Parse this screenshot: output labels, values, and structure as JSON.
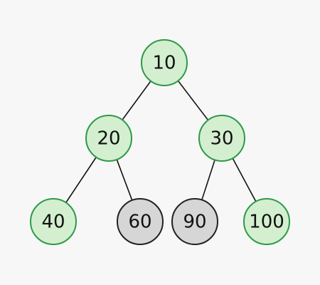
{
  "colors": {
    "background": "#f7f7f7",
    "highlight_fill": "#d4efcf",
    "highlight_stroke": "#2e9a4a",
    "normal_fill": "#d6d6d6",
    "normal_stroke": "#222222",
    "edge": "#111111",
    "text": "#111111"
  },
  "tree": {
    "nodes": [
      {
        "id": "n10",
        "label": "10",
        "highlighted": true
      },
      {
        "id": "n20",
        "label": "20",
        "highlighted": true
      },
      {
        "id": "n30",
        "label": "30",
        "highlighted": true
      },
      {
        "id": "n40",
        "label": "40",
        "highlighted": true
      },
      {
        "id": "n60",
        "label": "60",
        "highlighted": false
      },
      {
        "id": "n90",
        "label": "90",
        "highlighted": false
      },
      {
        "id": "n100",
        "label": "100",
        "highlighted": true
      }
    ],
    "edges": [
      {
        "from": "n10",
        "to": "n20"
      },
      {
        "from": "n10",
        "to": "n30"
      },
      {
        "from": "n20",
        "to": "n40"
      },
      {
        "from": "n20",
        "to": "n60"
      },
      {
        "from": "n30",
        "to": "n90"
      },
      {
        "from": "n30",
        "to": "n100"
      }
    ]
  }
}
